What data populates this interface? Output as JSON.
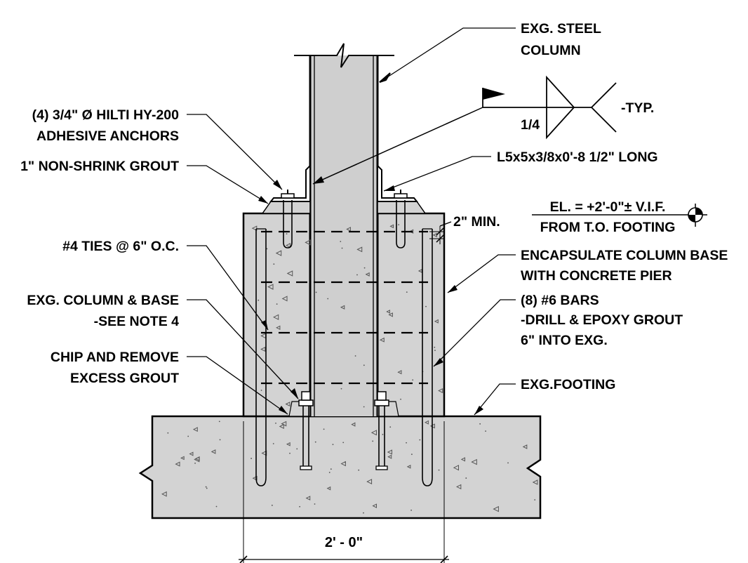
{
  "labels": {
    "steel_column": [
      "EXG. STEEL",
      "COLUMN"
    ],
    "anchors": [
      "(4) 3/4\" Ø HILTI HY-200",
      "ADHESIVE ANCHORS"
    ],
    "grout": [
      "1\" NON-SHRINK GROUT"
    ],
    "angle": [
      "L5x5x3/8x0'-8 1/2\" LONG"
    ],
    "min_cover": [
      "2\" MIN."
    ],
    "ties": [
      "#4 TIES @ 6\" O.C."
    ],
    "encapsulate": [
      "ENCAPSULATE COLUMN BASE",
      "WITH CONCRETE PIER"
    ],
    "column_base": [
      "EXG. COLUMN & BASE",
      "-SEE NOTE 4"
    ],
    "bars": [
      "(8) #6 BARS",
      "-DRILL & EPOXY GROUT",
      "6\" INTO EXG."
    ],
    "chip": [
      "CHIP AND REMOVE",
      "EXCESS GROUT"
    ],
    "footing": [
      "EXG.FOOTING"
    ]
  },
  "weld": {
    "size": "1/4",
    "note": "-TYP."
  },
  "elevation": {
    "top": "EL. = +2'-0\"± V.I.F.",
    "bottom": "FROM T.O. FOOTING"
  },
  "dimension": {
    "text": "2' - 0\""
  },
  "colors": {
    "concrete": "#d3d3d3",
    "line": "#000000"
  }
}
